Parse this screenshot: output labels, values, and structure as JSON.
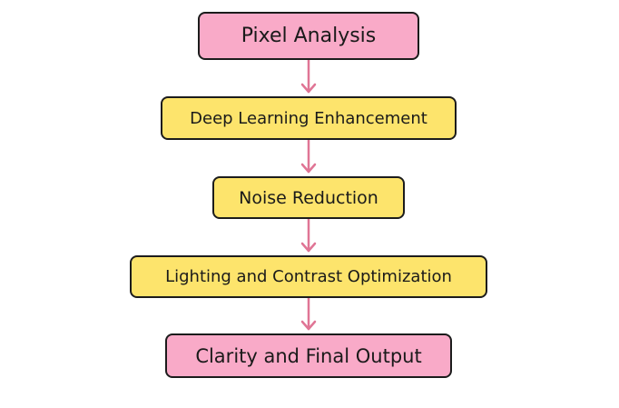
{
  "diagram": {
    "colors": {
      "start_end_fill": "#f9aac8",
      "step_fill": "#fde46c",
      "border": "#1c1c1c",
      "arrow": "#e07595"
    },
    "nodes": [
      {
        "id": "pixel-analysis",
        "label": "Pixel Analysis",
        "kind": "start"
      },
      {
        "id": "deep-learning-enhancement",
        "label": "Deep Learning Enhancement",
        "kind": "step"
      },
      {
        "id": "noise-reduction",
        "label": "Noise Reduction",
        "kind": "step"
      },
      {
        "id": "lighting-contrast-optimization",
        "label": "Lighting and Contrast Optimization",
        "kind": "step"
      },
      {
        "id": "clarity-final-output",
        "label": "Clarity and Final Output",
        "kind": "end"
      }
    ],
    "edges": [
      {
        "from": "pixel-analysis",
        "to": "deep-learning-enhancement"
      },
      {
        "from": "deep-learning-enhancement",
        "to": "noise-reduction"
      },
      {
        "from": "noise-reduction",
        "to": "lighting-contrast-optimization"
      },
      {
        "from": "lighting-contrast-optimization",
        "to": "clarity-final-output"
      }
    ]
  }
}
